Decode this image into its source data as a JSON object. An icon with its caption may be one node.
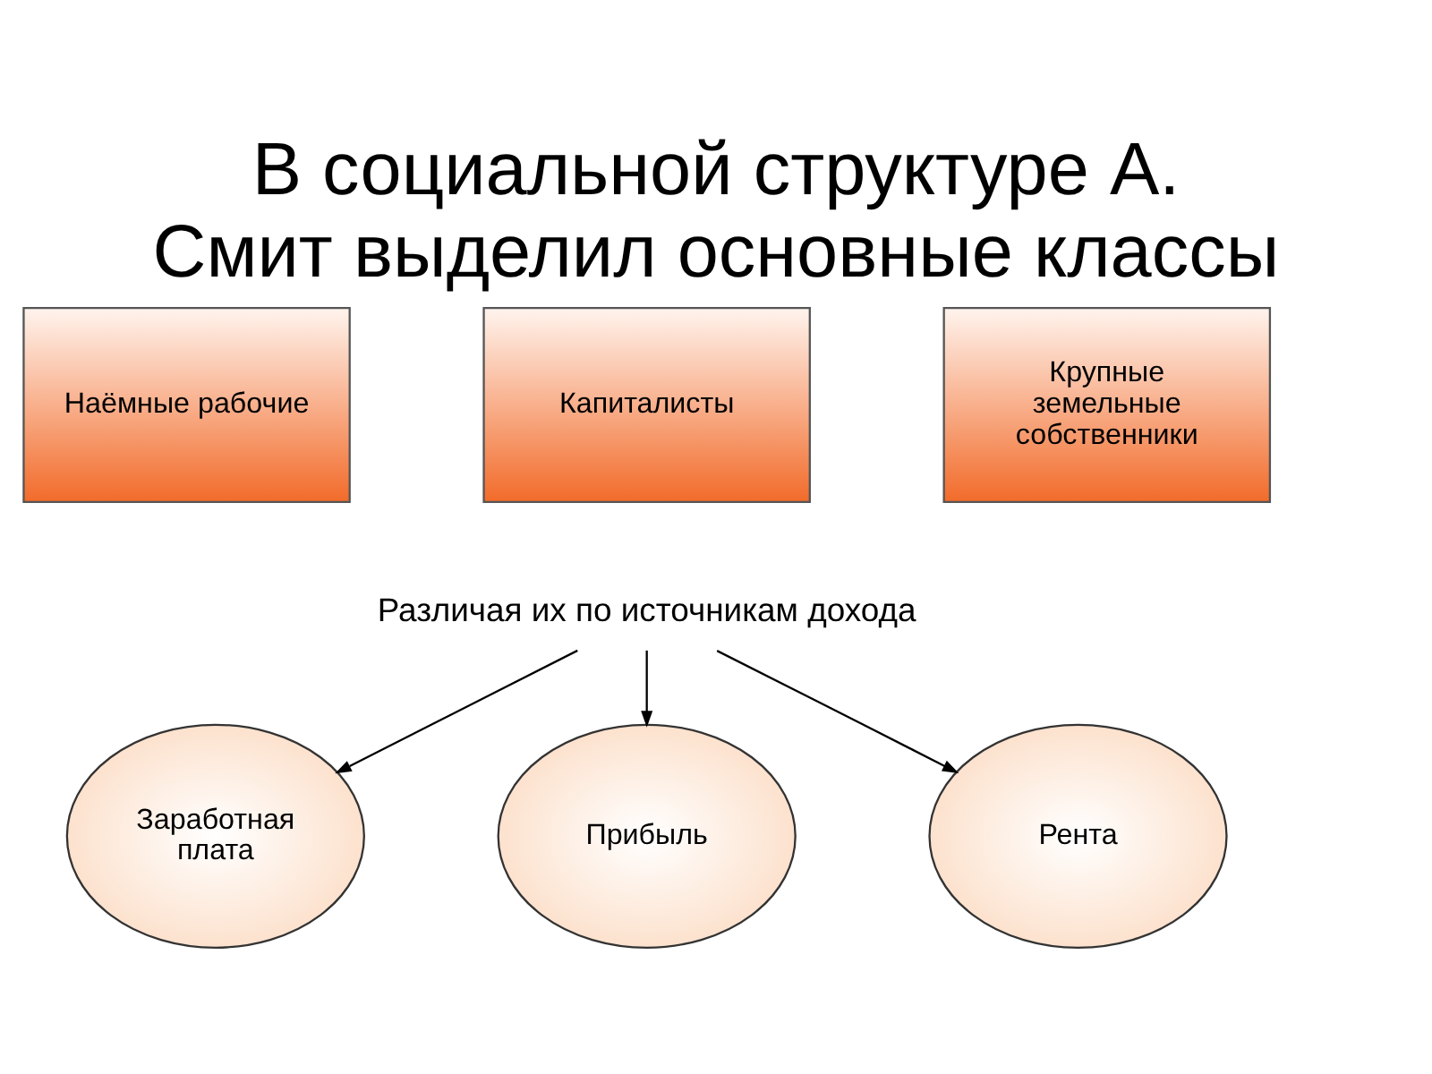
{
  "diagram": {
    "title": "В социальной структуре А. Смит выделил основные классы",
    "nodes": [
      {
        "text": [
          "Наёмные рабочие"
        ]
      },
      {
        "text": [
          "Капиталисты"
        ]
      },
      {
        "text": [
          "Крупные земельные собственники"
        ]
      },
      {
        "text": [
          "Различая их по источникам дохода"
        ]
      },
      {
        "text": [
          "Заработная плата"
        ]
      },
      {
        "text": [
          "Прибыль"
        ]
      },
      {
        "text": [
          "Рента"
        ]
      }
    ],
    "edges": [
      {
        "from": 3,
        "to": 4,
        "arrow": "to"
      },
      {
        "from": 3,
        "to": 5,
        "arrow": "to"
      },
      {
        "from": 3,
        "to": 6,
        "arrow": "to"
      }
    ]
  }
}
